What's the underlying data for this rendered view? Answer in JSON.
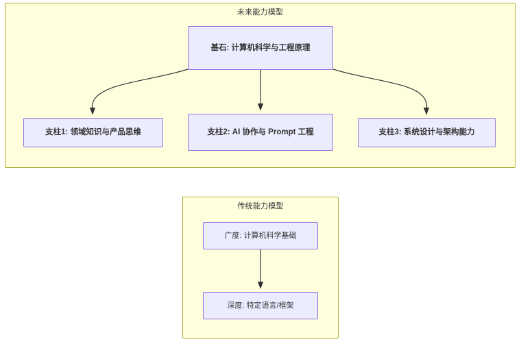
{
  "diagram": {
    "type": "flowchart",
    "direction": "top-down",
    "background_color": "#ffffff",
    "cluster_fill": "#ffffde",
    "cluster_stroke": "#aaaa33",
    "node_fill": "#ececff",
    "node_stroke": "#9370db",
    "text_color": "#333333",
    "edge_color": "#333333"
  },
  "clusters": [
    {
      "id": "future",
      "title": "未来能力模型",
      "nodes": [
        {
          "id": "foundation",
          "label": "基石: 计算机科学与工程原理"
        },
        {
          "id": "pillar1",
          "label": "支柱1: 领域知识与产品思维"
        },
        {
          "id": "pillar2",
          "label": "支柱2: AI 协作与 Prompt 工程"
        },
        {
          "id": "pillar3",
          "label": "支柱3: 系统设计与架构能力"
        }
      ],
      "edges": [
        {
          "from": "foundation",
          "to": "pillar1",
          "style": "curved-arrow"
        },
        {
          "from": "foundation",
          "to": "pillar2",
          "style": "straight-arrow"
        },
        {
          "from": "foundation",
          "to": "pillar3",
          "style": "curved-arrow"
        }
      ]
    },
    {
      "id": "traditional",
      "title": "传统能力模型",
      "nodes": [
        {
          "id": "breadth",
          "label": "广度: 计算机科学基础"
        },
        {
          "id": "depth",
          "label": "深度: 特定语言/框架"
        }
      ],
      "edges": [
        {
          "from": "breadth",
          "to": "depth",
          "style": "straight-arrow"
        }
      ]
    }
  ]
}
